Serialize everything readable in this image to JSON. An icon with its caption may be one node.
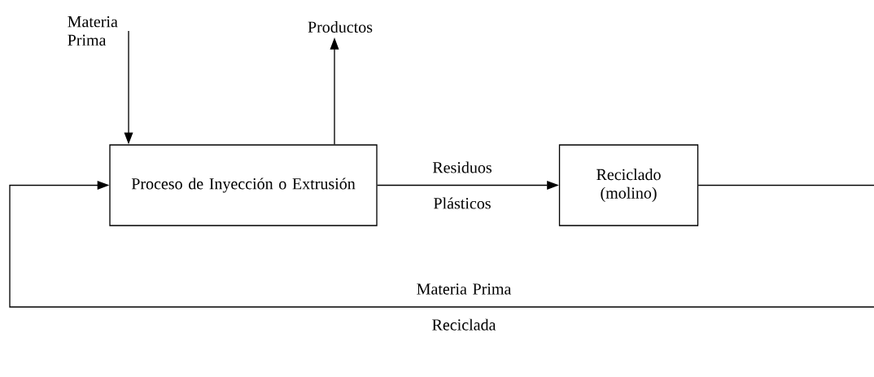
{
  "diagram": {
    "nodes": [
      {
        "text": [
          "Materia Prima"
        ]
      },
      {
        "text": [
          "Productos"
        ]
      },
      {
        "text": [
          "Proceso de Inyección o Extrusión"
        ]
      },
      {
        "text": [
          "Reciclado (molino)"
        ]
      }
    ],
    "edges": [
      {
        "from": 0,
        "to": 2,
        "arrow": "to"
      },
      {
        "from": 2,
        "to": 1,
        "arrow": "to"
      },
      {
        "from": 2,
        "to": 3,
        "arrow": "to",
        "label": "Residuos Plásticos"
      },
      {
        "from": 3,
        "to": 2,
        "arrow": "to",
        "label": "Materia Prima Reciclada"
      }
    ]
  }
}
